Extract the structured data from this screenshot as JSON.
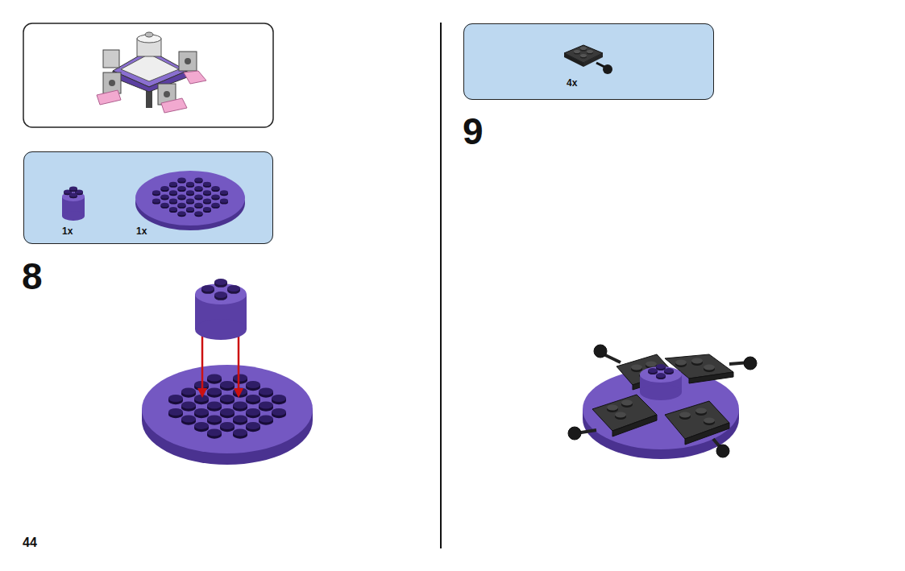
{
  "diagram": {
    "nodes": [
      {
        "text": [
          "1x",
          "1x"
        ]
      },
      {
        "text": [
          "4x"
        ]
      }
    ],
    "labels": [
      "8",
      "9",
      "44"
    ]
  }
}
